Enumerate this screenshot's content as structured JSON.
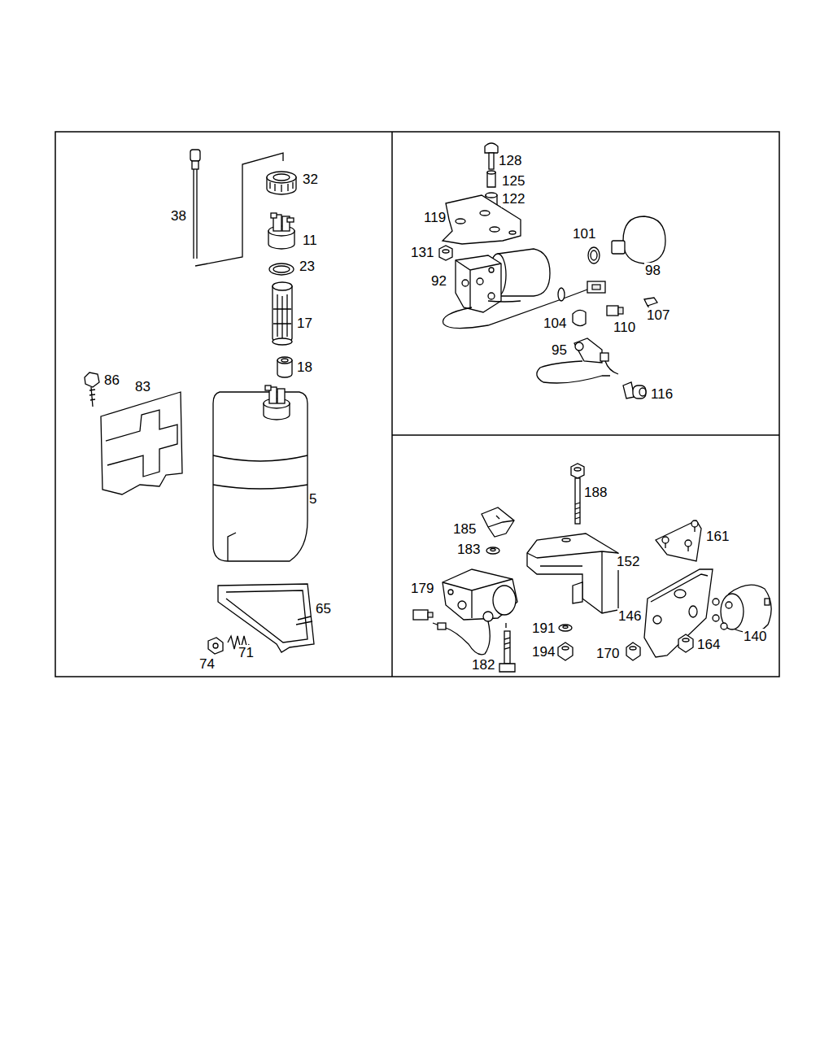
{
  "diagram": {
    "labels": [
      "38",
      "32",
      "11",
      "23",
      "17",
      "18",
      "86",
      "83",
      "5",
      "65",
      "74",
      "71",
      "128",
      "125",
      "122",
      "119",
      "101",
      "131",
      "98",
      "92",
      "104",
      "110",
      "107",
      "95",
      "116",
      "188",
      "185",
      "161",
      "183",
      "152",
      "179",
      "146",
      "140",
      "191",
      "164",
      "194",
      "170",
      "182"
    ]
  }
}
